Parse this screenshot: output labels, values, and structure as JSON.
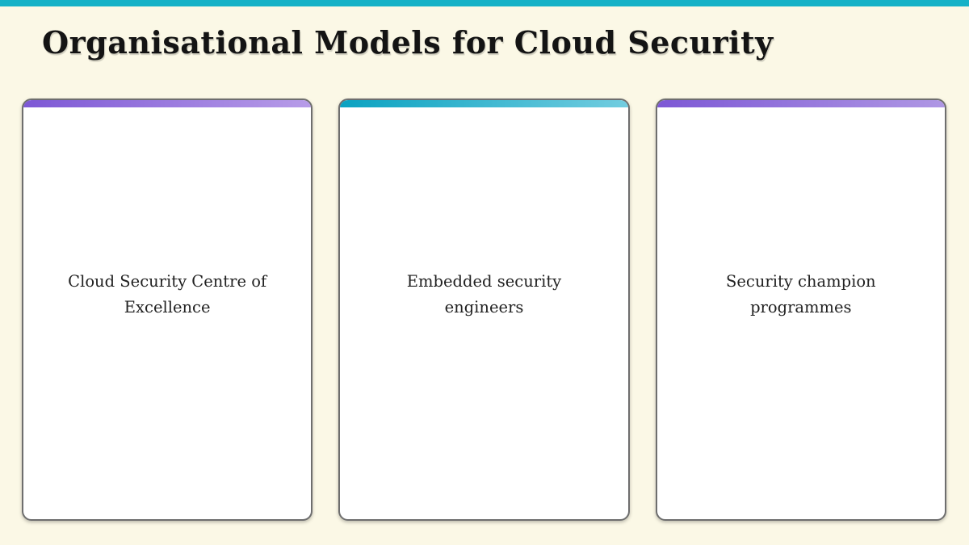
{
  "page": {
    "title": "Organisational Models for Cloud Security",
    "background_color": "#fbf8e6",
    "top_bar_color": "#16b2c7"
  },
  "cards": [
    {
      "label": "Cloud Security Centre of Excellence",
      "accent_from": "#7d58d5",
      "accent_to": "#b79ce8"
    },
    {
      "label": "Embedded security engineers",
      "accent_from": "#0aa2c1",
      "accent_to": "#72cde0"
    },
    {
      "label": "Security champion programmes",
      "accent_from": "#7d58d5",
      "accent_to": "#af97e4"
    }
  ]
}
